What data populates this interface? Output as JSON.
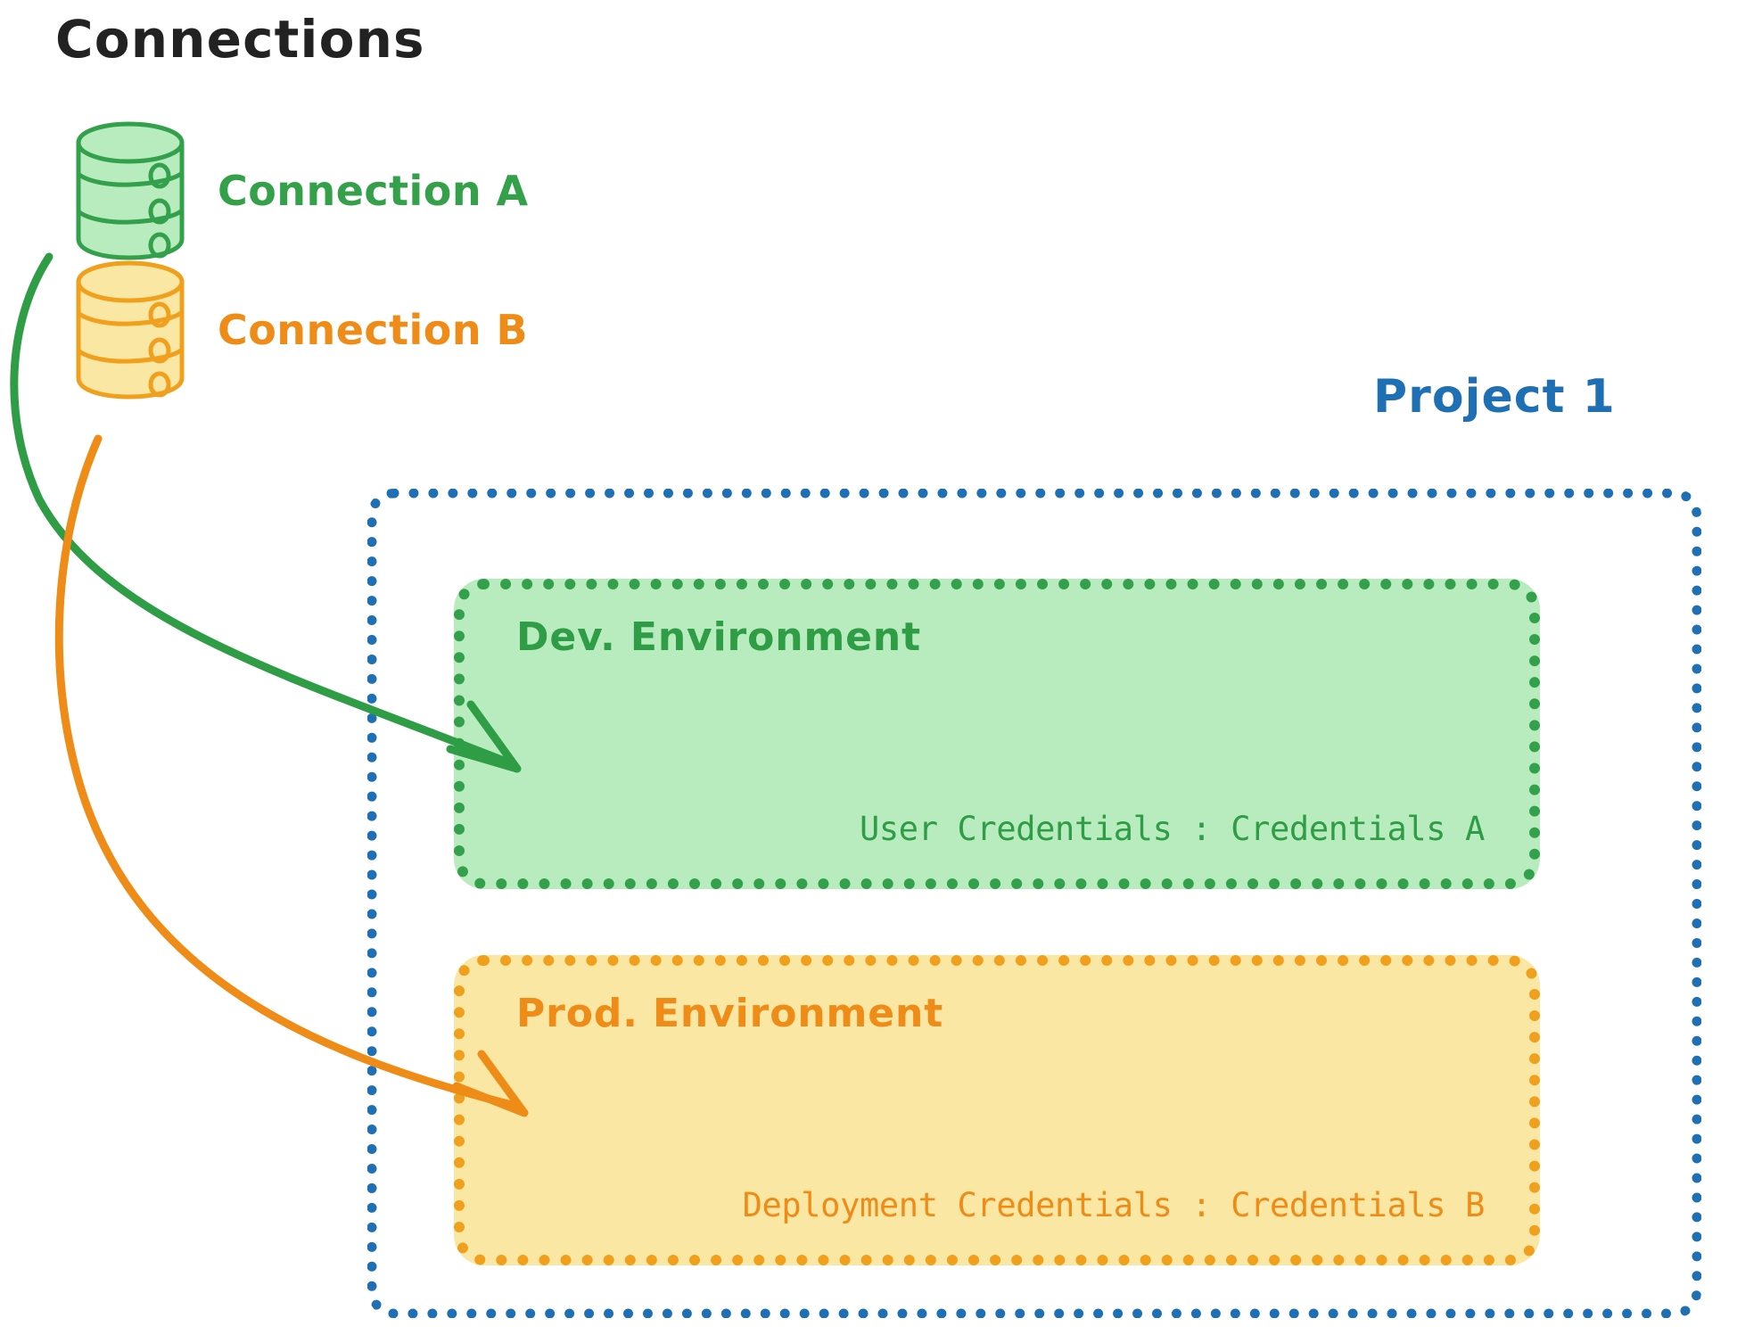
{
  "diagram": {
    "title": "Connections",
    "colors": {
      "title_text": "#222222",
      "green_stroke": "#2f9c46",
      "green_fill": "#b8ecbe",
      "orange_stroke": "#ef8b17",
      "orange_fill": "#fbe7a4",
      "blue": "#1f6fb5",
      "background": "#ffffff"
    }
  },
  "connections": [
    {
      "id": "connection-a",
      "label": "Connection A",
      "icon": "database-cylinder-icon",
      "color": "#35a04a"
    },
    {
      "id": "connection-b",
      "label": "Connection B",
      "icon": "database-cylinder-icon",
      "color": "#ef8b17"
    }
  ],
  "project": {
    "label": "Project 1",
    "color": "#1f6fb5",
    "environments": [
      {
        "id": "dev-environment",
        "title": "Dev. Environment",
        "credential_label": "User Credentials : Credentials A",
        "fill": "#b8ecbe",
        "stroke": "#33a14b"
      },
      {
        "id": "prod-environment",
        "title": "Prod. Environment",
        "credential_label": "Deployment Credentials : Credentials B",
        "fill": "#fbe7a4",
        "stroke": "#f0a01c"
      }
    ]
  },
  "arrows": [
    {
      "id": "arrow-connection-a-to-dev",
      "from": "connection-a",
      "to": "dev-environment",
      "color": "#2f9c46"
    },
    {
      "id": "arrow-connection-b-to-prod",
      "from": "connection-b",
      "to": "prod-environment",
      "color": "#ef8b17"
    }
  ]
}
